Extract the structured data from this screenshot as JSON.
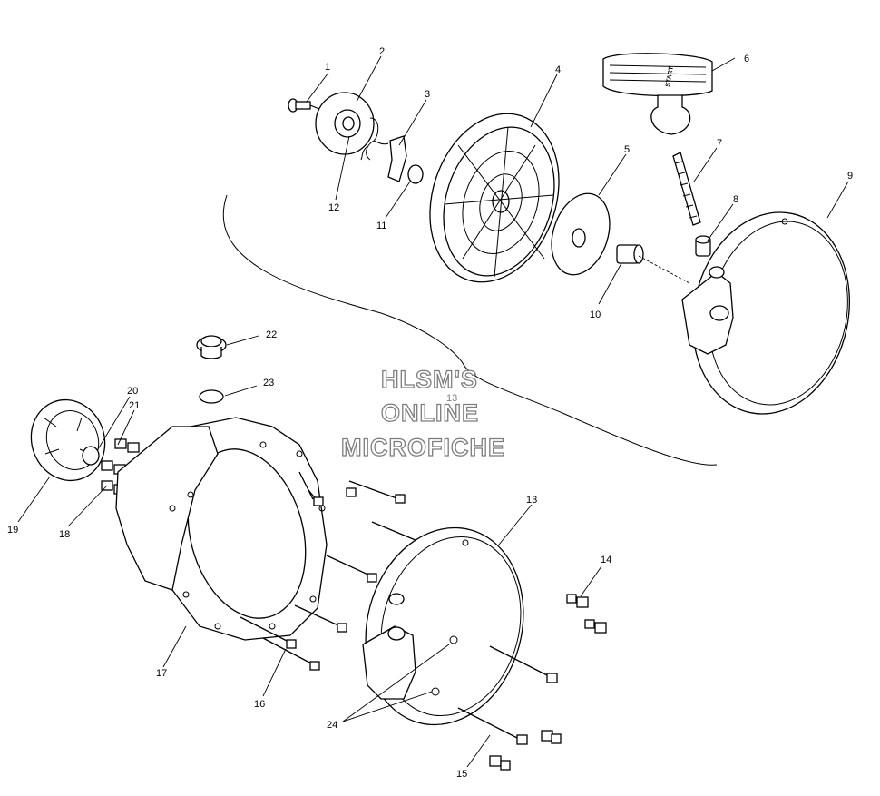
{
  "watermark": {
    "line1": "HLSM'S",
    "line2": "ONLINE",
    "line3": "MICROFICHE",
    "overlap_label": "13"
  },
  "handle_text": "START",
  "callouts": [
    {
      "id": "callout-1",
      "label": "1"
    },
    {
      "id": "callout-2",
      "label": "2"
    },
    {
      "id": "callout-3",
      "label": "3"
    },
    {
      "id": "callout-4",
      "label": "4"
    },
    {
      "id": "callout-5",
      "label": "5"
    },
    {
      "id": "callout-6",
      "label": "6"
    },
    {
      "id": "callout-7",
      "label": "7"
    },
    {
      "id": "callout-8",
      "label": "8"
    },
    {
      "id": "callout-9",
      "label": "9"
    },
    {
      "id": "callout-10",
      "label": "10"
    },
    {
      "id": "callout-11",
      "label": "11"
    },
    {
      "id": "callout-12",
      "label": "12"
    },
    {
      "id": "callout-13",
      "label": "13"
    },
    {
      "id": "callout-14",
      "label": "14"
    },
    {
      "id": "callout-15",
      "label": "15"
    },
    {
      "id": "callout-16",
      "label": "16"
    },
    {
      "id": "callout-17",
      "label": "17"
    },
    {
      "id": "callout-18",
      "label": "18"
    },
    {
      "id": "callout-19",
      "label": "19"
    },
    {
      "id": "callout-20",
      "label": "20"
    },
    {
      "id": "callout-21",
      "label": "21"
    },
    {
      "id": "callout-22",
      "label": "22"
    },
    {
      "id": "callout-23",
      "label": "23"
    },
    {
      "id": "callout-24",
      "label": "24"
    }
  ]
}
